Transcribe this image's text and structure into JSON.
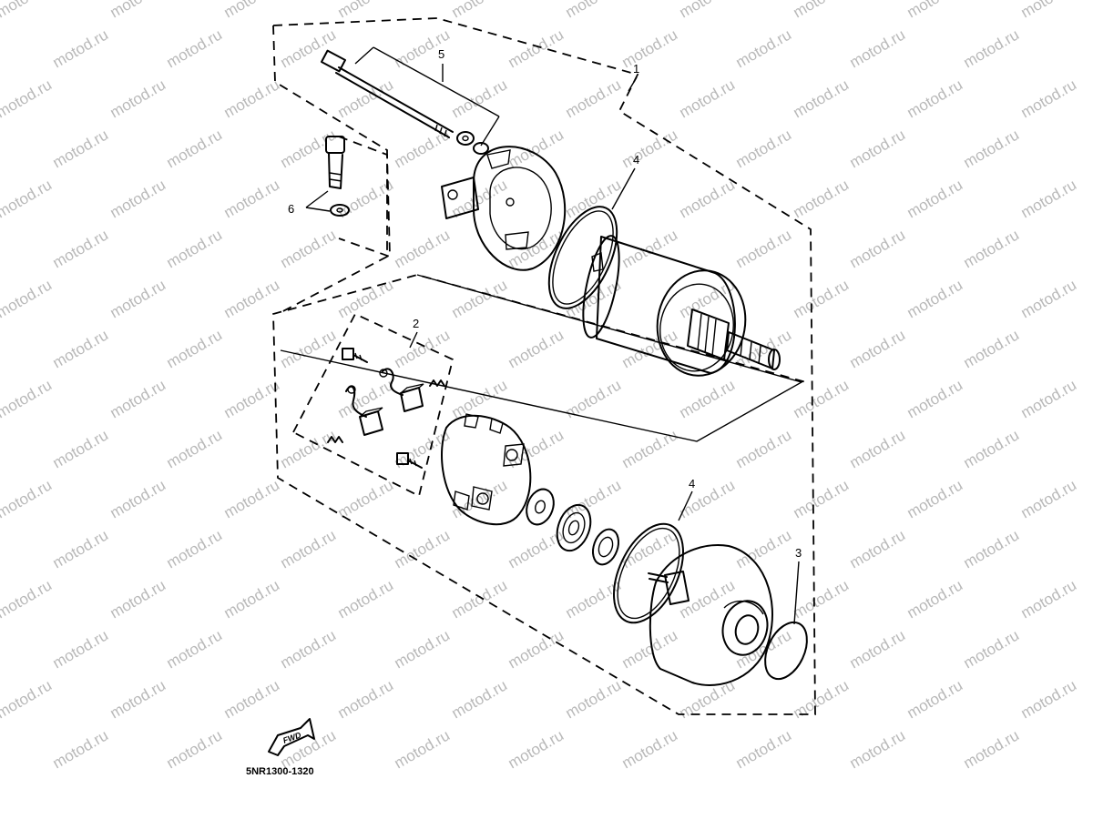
{
  "watermark": {
    "text": "motod.ru",
    "color": "#b9b9b9"
  },
  "callouts": {
    "c1": "1",
    "c2": "2",
    "c3": "3",
    "c4a": "4",
    "c4b": "4",
    "c5": "5",
    "c6": "6"
  },
  "front_label": "FWD",
  "diagram_code": "5NR1300-1320"
}
